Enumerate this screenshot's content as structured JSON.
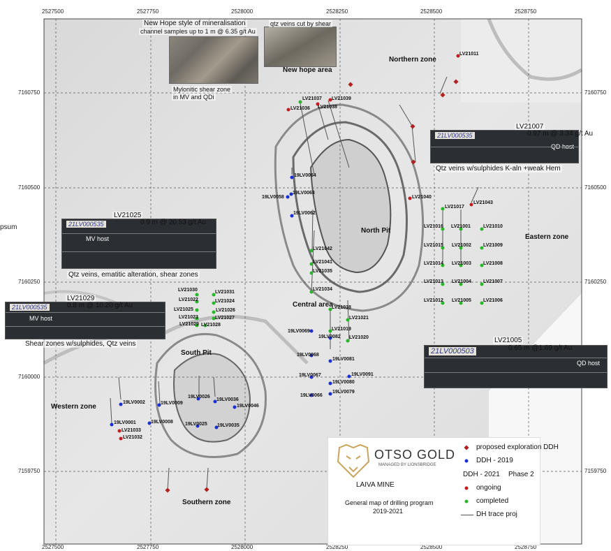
{
  "colors": {
    "blue": "#1a2fd6",
    "green": "#2bb52b",
    "red": "#c41e1e",
    "proposed": "#b32020",
    "brand": "#c9a45c"
  },
  "x_ticks": [
    "2527500",
    "2527750",
    "2528000",
    "2528250",
    "2528500",
    "2528750"
  ],
  "y_ticks": [
    "7160750",
    "7160500",
    "7160250",
    "7160000",
    "7159750"
  ],
  "side_fragment": "psum",
  "zones": {
    "northern": "Northern zone",
    "eastern": "Eastern zone",
    "western": "Western zone",
    "southern": "Southern zone",
    "south_pit": "South Pit",
    "north_pit": "North Pit",
    "central": "Central area",
    "new_hope": "New hope area"
  },
  "new_hope": {
    "title": "New Hope style of mineralisation",
    "samples": "channel samples up to 1 m @ 6.35 g/t Au",
    "qtz": "qtz veins cut by shear",
    "mylonitic_1": "Mylonitic shear zone",
    "mylonitic_2": "in MV and QDi"
  },
  "cores": {
    "lv21007": {
      "hole": "LV21007",
      "grade": "0.97 m @ 3.34 g/t Au",
      "tag": "21LV000535",
      "host": "QD host",
      "caption": "Qtz veins w/sulphides K-aln +weak Hem"
    },
    "lv21025": {
      "hole": "LV21025",
      "grade": "0.9 m @ 20.53 g/t Au",
      "tag": "21LV000535",
      "host": "MV host",
      "caption": "Qtz veins, ematitic alteration, shear zones"
    },
    "lv21029": {
      "hole": "LV21029",
      "grade": "0.8 m @ 10.20 g/t Au",
      "tag": "21LV000535",
      "host": "MV host",
      "caption": "Shear zones w/sulphides, Qtz veins"
    },
    "lv21005": {
      "hole": "LV21005",
      "grade": "0.65 m @1.69 g/t Au",
      "tag": "21LV000503",
      "host": "QD host",
      "caption": ""
    }
  },
  "holes": {
    "green": [
      "LV21037",
      "LV21017",
      "LV21016",
      "LV21001",
      "LV21010",
      "LV21015",
      "LV21002",
      "LV21009",
      "LV21014",
      "LV21003",
      "LV21008",
      "LV21013",
      "LV21004",
      "LV21007",
      "LV21012",
      "LV21005",
      "LV21006",
      "LV21042",
      "LV21041",
      "LV21035",
      "LV21034",
      "LV21018",
      "LV21019",
      "LV21020",
      "LV21030",
      "LV21031",
      "LV21022",
      "LV21024",
      "LV21025",
      "LV21026",
      "LV21023",
      "LV21027",
      "LV21029",
      "LV21028",
      "LV21021"
    ],
    "red": [
      "LV21036",
      "LV21038",
      "LV21039",
      "LV21011",
      "LV21040",
      "LV21043",
      "LV21033",
      "LV21032"
    ],
    "blue": [
      "19LV0064",
      "19LV0058",
      "19LV0063",
      "19LV0062",
      "19LV0069",
      "19LV0082",
      "19LV0068",
      "19LV0081",
      "19LV0067",
      "19LV0091",
      "19LV0080",
      "19LV0066",
      "19LV0079",
      "19LV0002",
      "19LV0009",
      "19LV0026",
      "19LV0036",
      "19LV0046",
      "19LV0001",
      "19LV0008",
      "19LV0025",
      "19LV0035"
    ]
  },
  "legend": {
    "brand": "OTSO GOLD",
    "managed": "MANAGED BY LIONSBRIDGE",
    "mine": "LAIVA MINE",
    "general_1": "General map of drilling program",
    "general_2": "2019-2021",
    "proposed": "proposed exploration DDH",
    "ddh2019": "DDH - 2019",
    "ddh2021": "DDH - 2021",
    "phase": "Phase 2",
    "ongoing": "ongoing",
    "completed": "completed",
    "trace": "DH trace proj"
  }
}
